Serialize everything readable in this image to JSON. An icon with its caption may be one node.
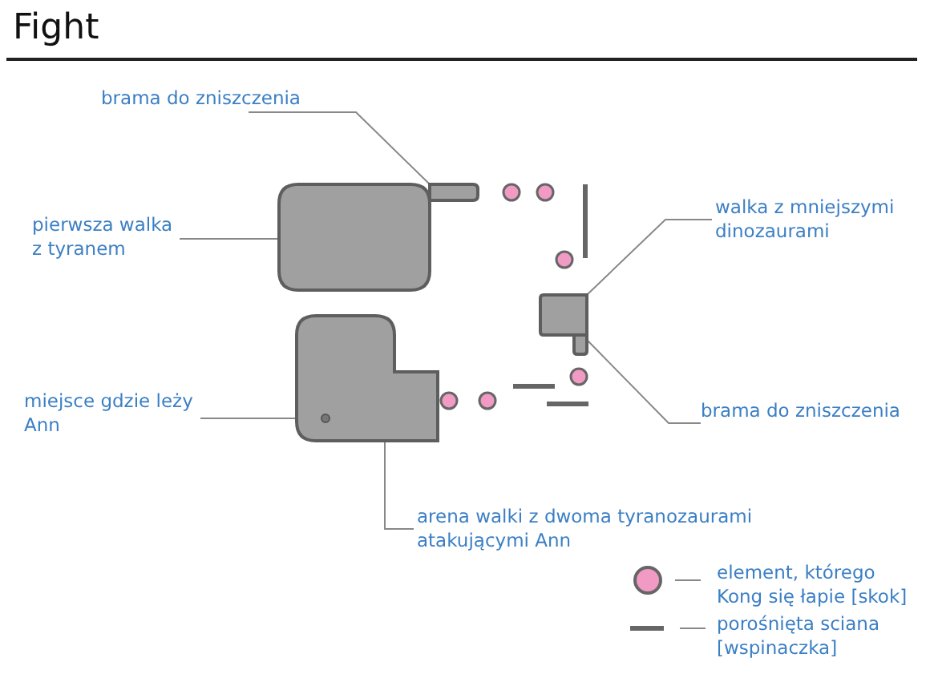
{
  "diagram": {
    "title": "Fight",
    "nodes": [
      {
        "text": [
          "brama do zniszczenia"
        ]
      },
      {
        "text": [],
        "shape": "bar"
      },
      {
        "text": [
          "pierwsza walka z tyranem"
        ]
      },
      {
        "text": [],
        "shape": "box"
      },
      {
        "text": [
          "walka z mniejszymi dinozaurami"
        ]
      },
      {
        "text": [],
        "shape": "box"
      },
      {
        "text": [
          "brama do zniszczenia"
        ]
      },
      {
        "text": [],
        "shape": "bar"
      },
      {
        "text": [
          "miejsce gdzie leży Ann"
        ]
      },
      {
        "text": [],
        "shape": "box"
      },
      {
        "text": [],
        "shape": "circle",
        "in": 9
      },
      {
        "text": [
          "arena walki z dwoma tyranozaurami atakującymi Ann"
        ]
      }
    ],
    "edges": [
      {
        "from": 0,
        "to": 1,
        "arrow": "none"
      },
      {
        "from": 2,
        "to": 3,
        "arrow": "none"
      },
      {
        "from": 4,
        "to": 5,
        "arrow": "none"
      },
      {
        "from": 6,
        "to": 7,
        "arrow": "none"
      },
      {
        "from": 8,
        "to": 10,
        "arrow": "none"
      },
      {
        "from": 11,
        "to": 9,
        "arrow": "none"
      }
    ],
    "legend": [
      {
        "text": "element, którego Kong się łapie [skok]"
      },
      {
        "text": "porośnięta sciana [wspinaczka]"
      }
    ]
  }
}
